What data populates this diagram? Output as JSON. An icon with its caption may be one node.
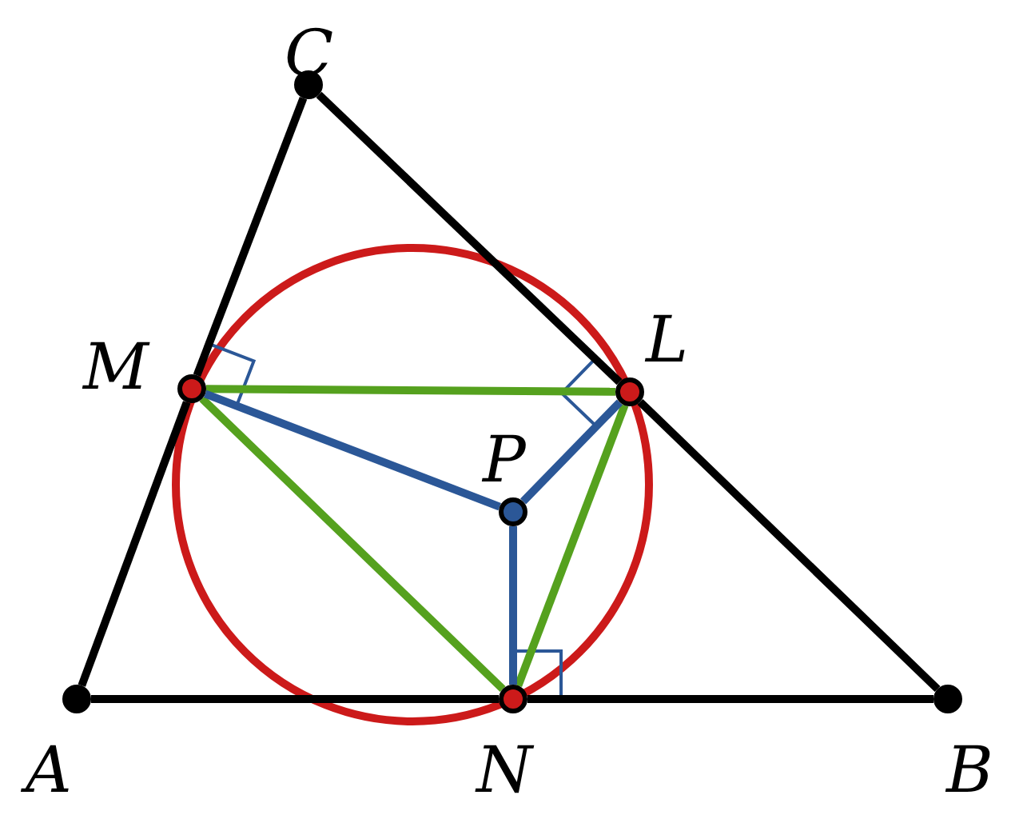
{
  "diagram": {
    "nodes": [
      {
        "text": [],
        "shape": "circle",
        "beside": [
          "C"
        ]
      },
      {
        "text": [],
        "shape": "circle",
        "beside": [
          "M"
        ]
      },
      {
        "text": [],
        "shape": "circle",
        "beside": [
          "L"
        ]
      },
      {
        "text": [],
        "shape": "circle",
        "beside": [
          "P"
        ]
      },
      {
        "text": [],
        "shape": "circle",
        "beside": [
          "A"
        ]
      },
      {
        "text": [],
        "shape": "circle",
        "beside": [
          "N"
        ]
      },
      {
        "text": [],
        "shape": "circle",
        "beside": [
          "B"
        ]
      }
    ],
    "edges": [
      {
        "from": 4,
        "to": 1,
        "arrow": "none",
        "color": "#000000"
      },
      {
        "from": 1,
        "to": 0,
        "arrow": "none",
        "color": "#000000"
      },
      {
        "from": 0,
        "to": 2,
        "arrow": "none",
        "color": "#000000"
      },
      {
        "from": 2,
        "to": 6,
        "arrow": "none",
        "color": "#000000"
      },
      {
        "from": 4,
        "to": 5,
        "arrow": "none",
        "color": "#000000"
      },
      {
        "from": 5,
        "to": 6,
        "arrow": "none",
        "color": "#000000"
      },
      {
        "from": 1,
        "to": 2,
        "arrow": "none",
        "color": "#55a11e"
      },
      {
        "from": 1,
        "to": 5,
        "arrow": "none",
        "color": "#55a11e"
      },
      {
        "from": 5,
        "to": 2,
        "arrow": "none",
        "color": "#55a11e"
      },
      {
        "from": 3,
        "to": 1,
        "arrow": "none",
        "color": "#2b5797"
      },
      {
        "from": 3,
        "to": 2,
        "arrow": "none",
        "color": "#2b5797"
      },
      {
        "from": 3,
        "to": 5,
        "arrow": "none",
        "color": "#2b5797"
      }
    ]
  }
}
